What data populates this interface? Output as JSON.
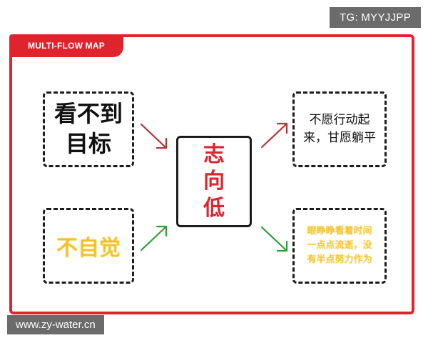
{
  "watermark_top": "TG: MYYJJPP",
  "watermark_bottom": "www.zy-water.cn",
  "title_tab": "MULTI-FLOW MAP",
  "center": "志\n向\n低",
  "left_top": "看不到\n目标",
  "left_bottom": "不自觉",
  "right_top": "不愿行动起\n来，甘愿躺平",
  "right_bottom": "眼睁睁看着时间\n一点点流逝，没\n有半点努力作为",
  "colors": {
    "frame": "#e0242e",
    "arrow_red": "#b83232",
    "arrow_green": "#2e9e3a",
    "highlight_yellow": "#f2c01e"
  }
}
